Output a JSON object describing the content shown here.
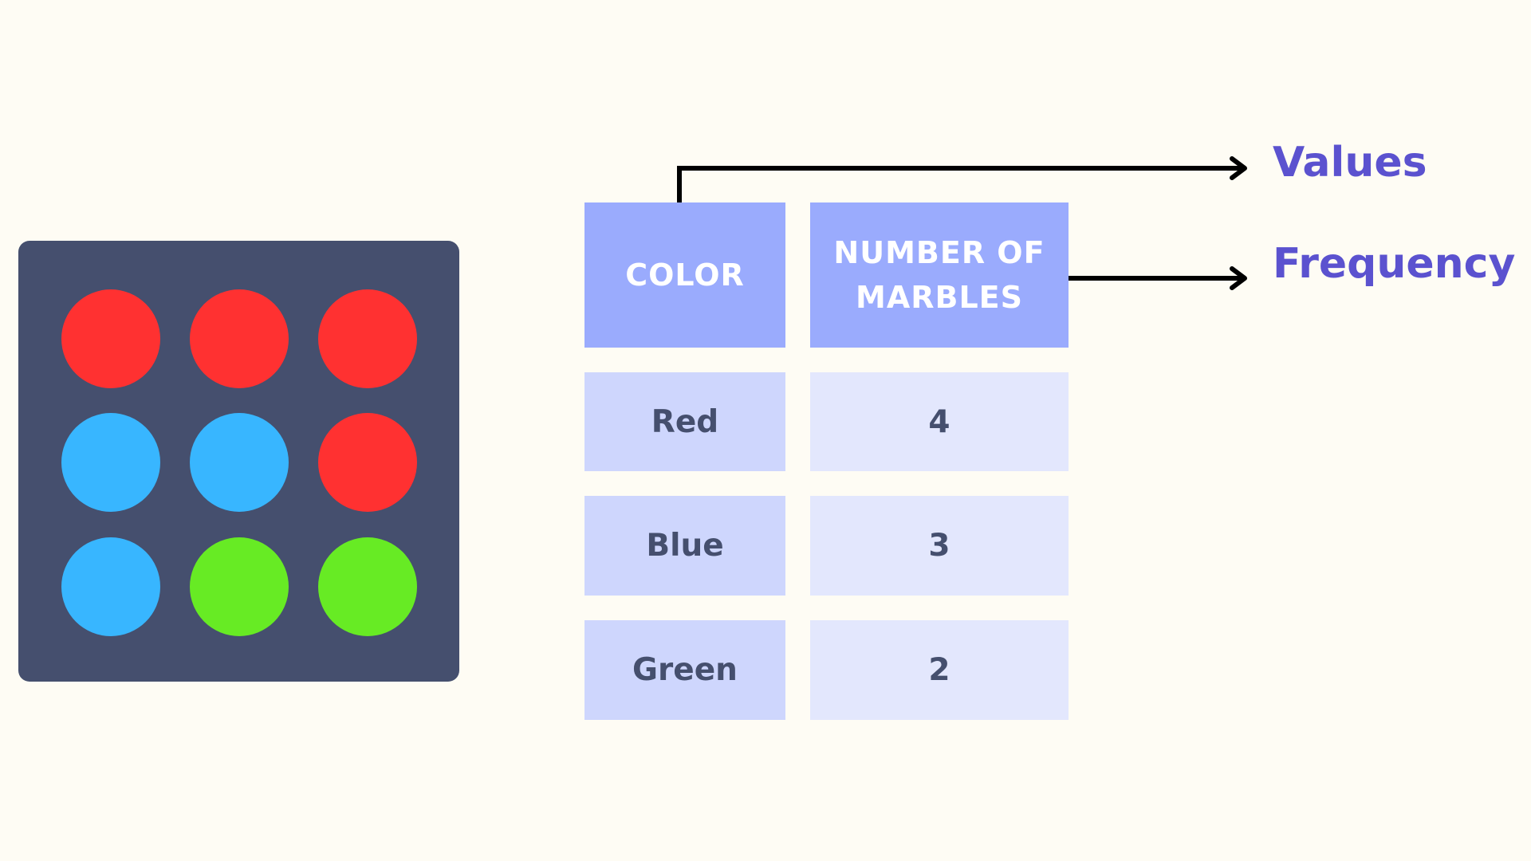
{
  "colors": {
    "background": "#fefcf4",
    "box": "#454f6e",
    "red": "#ff3131",
    "blue": "#38b6ff",
    "green": "#67eb24",
    "header_fill": "#9aabfd",
    "row_color_fill": "#ced6fd",
    "row_count_fill": "#e3e7fd",
    "label_text": "#5b52cf",
    "arrow": "#000000"
  },
  "marbles": [
    [
      "red",
      "red",
      "red"
    ],
    [
      "blue",
      "blue",
      "red"
    ],
    [
      "blue",
      "green",
      "green"
    ]
  ],
  "table": {
    "headers": [
      "COLOR",
      "NUMBER OF MARBLES"
    ],
    "rows": [
      {
        "color": "Red",
        "count": "4"
      },
      {
        "color": "Blue",
        "count": "3"
      },
      {
        "color": "Green",
        "count": "2"
      }
    ]
  },
  "labels": {
    "values": "Values",
    "frequency": "Frequency"
  }
}
